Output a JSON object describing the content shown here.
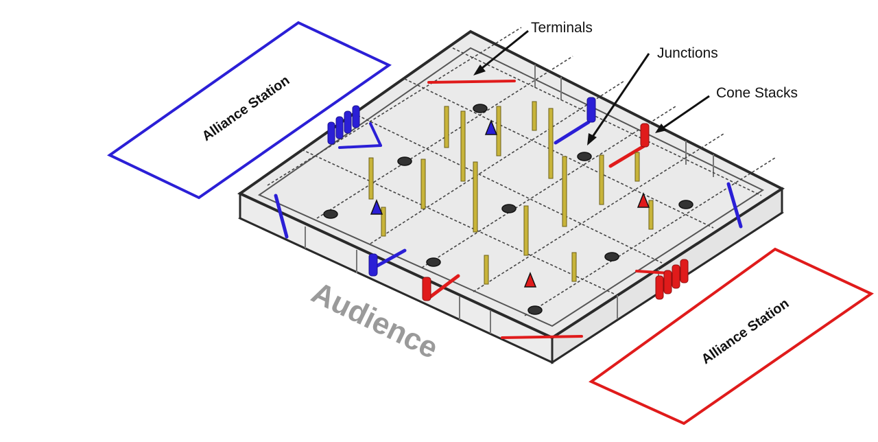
{
  "labels": {
    "terminals": "Terminals",
    "junctions": "Junctions",
    "cone_stacks": "Cone Stacks",
    "audience": "Audience",
    "alliance_station_blue": "Alliance Station",
    "alliance_station_red": "Alliance Station"
  },
  "colors": {
    "blue_alliance": "#2b1fd6",
    "red_alliance": "#e01b1b",
    "pole": "#c8b43a",
    "mat": "#e9e9e9",
    "wall": "#2a2a2a",
    "audience_text": "#9a9a9a"
  }
}
